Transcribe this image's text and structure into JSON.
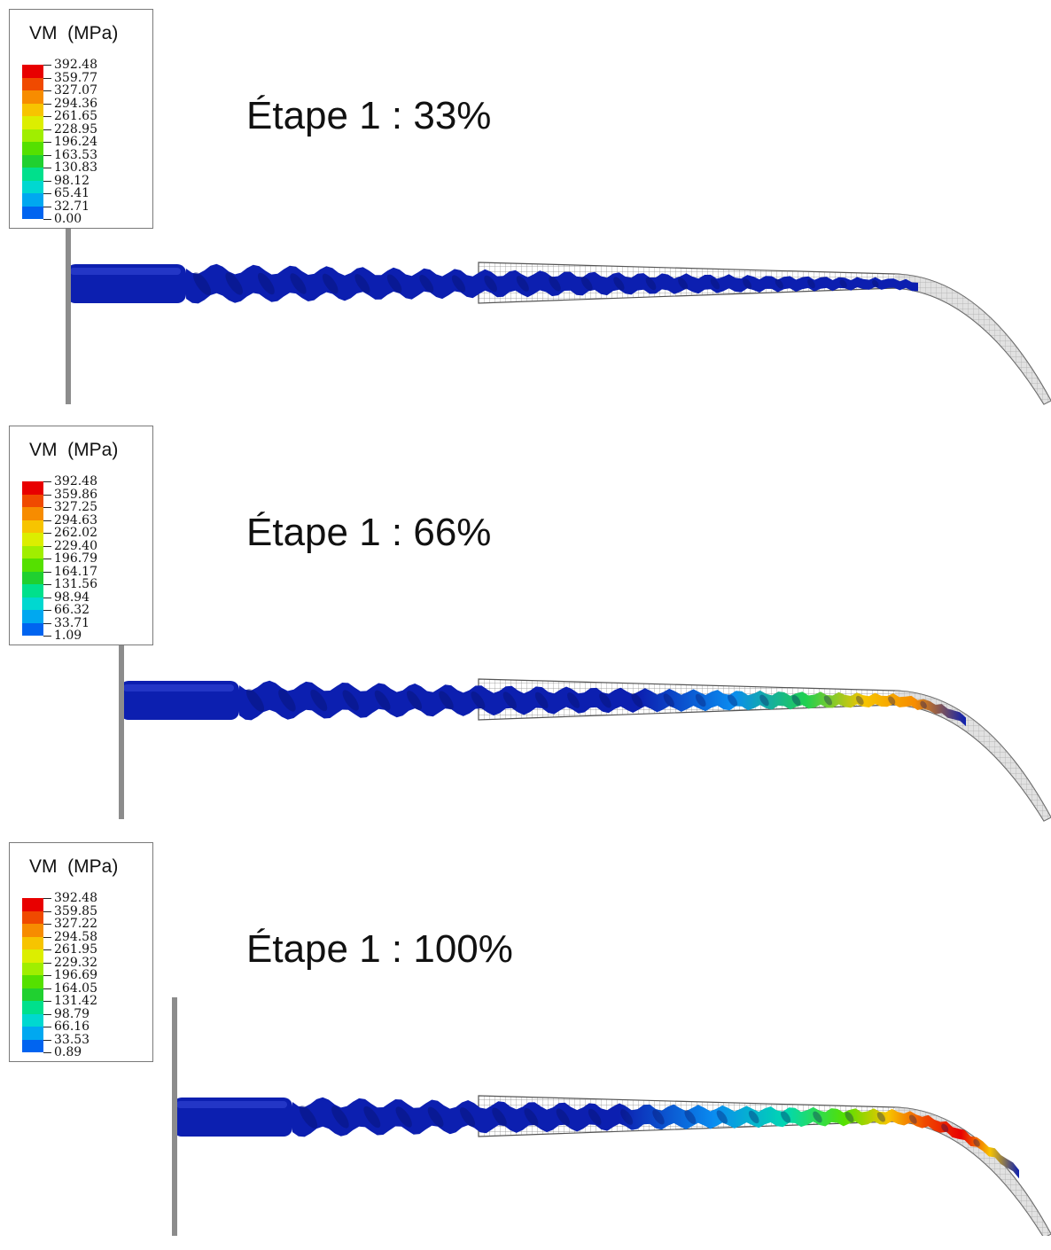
{
  "panels": [
    {
      "legend_title": "VM  (MPa)",
      "legend_values": [
        "392.48",
        "359.77",
        "327.07",
        "294.36",
        "261.65",
        "228.95",
        "196.24",
        "163.53",
        "130.83",
        "98.12",
        "65.41",
        "32.71",
        "0.00"
      ],
      "stage_label": "Étape 1 : 33%",
      "progress": 0.33
    },
    {
      "legend_title": "VM  (MPa)",
      "legend_values": [
        "392.48",
        "359.86",
        "327.25",
        "294.63",
        "262.02",
        "229.40",
        "196.79",
        "164.17",
        "131.56",
        "98.94",
        "66.32",
        "33.71",
        "1.09"
      ],
      "stage_label": "Étape 1 : 66%",
      "progress": 0.66
    },
    {
      "legend_title": "VM  (MPa)",
      "legend_values": [
        "392.48",
        "359.85",
        "327.22",
        "294.58",
        "261.95",
        "229.32",
        "196.69",
        "164.05",
        "131.42",
        "98.79",
        "66.16",
        "33.53",
        "0.89"
      ],
      "stage_label": "Étape 1 : 100%",
      "progress": 1.0
    }
  ],
  "colors": {
    "scale": [
      "#e80000",
      "#f04a00",
      "#f78c00",
      "#f7c400",
      "#dcee00",
      "#a0ee00",
      "#55e000",
      "#20d030",
      "#00e08c",
      "#00d8d0",
      "#00a8f0",
      "#0064f0",
      "#0018d8"
    ],
    "file_body": "#0c1fb0",
    "guide_tube": "#9a9a9a",
    "plate": "#8c8c8c"
  }
}
